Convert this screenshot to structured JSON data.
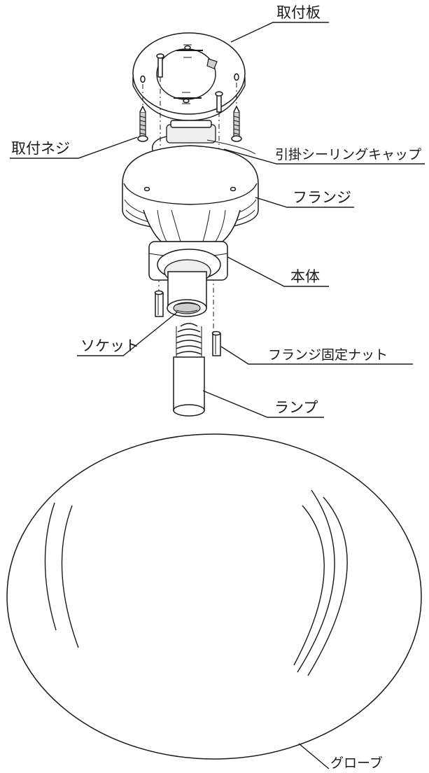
{
  "labels": {
    "mounting_plate": "取付板",
    "mounting_screw": "取付ネジ",
    "ceiling_cap": "引掛シーリングキャップ",
    "flange": "フランジ",
    "body": "本体",
    "socket": "ソケット",
    "flange_nut": "フランジ固定ナット",
    "lamp": "ランプ",
    "globe": "グローブ"
  }
}
